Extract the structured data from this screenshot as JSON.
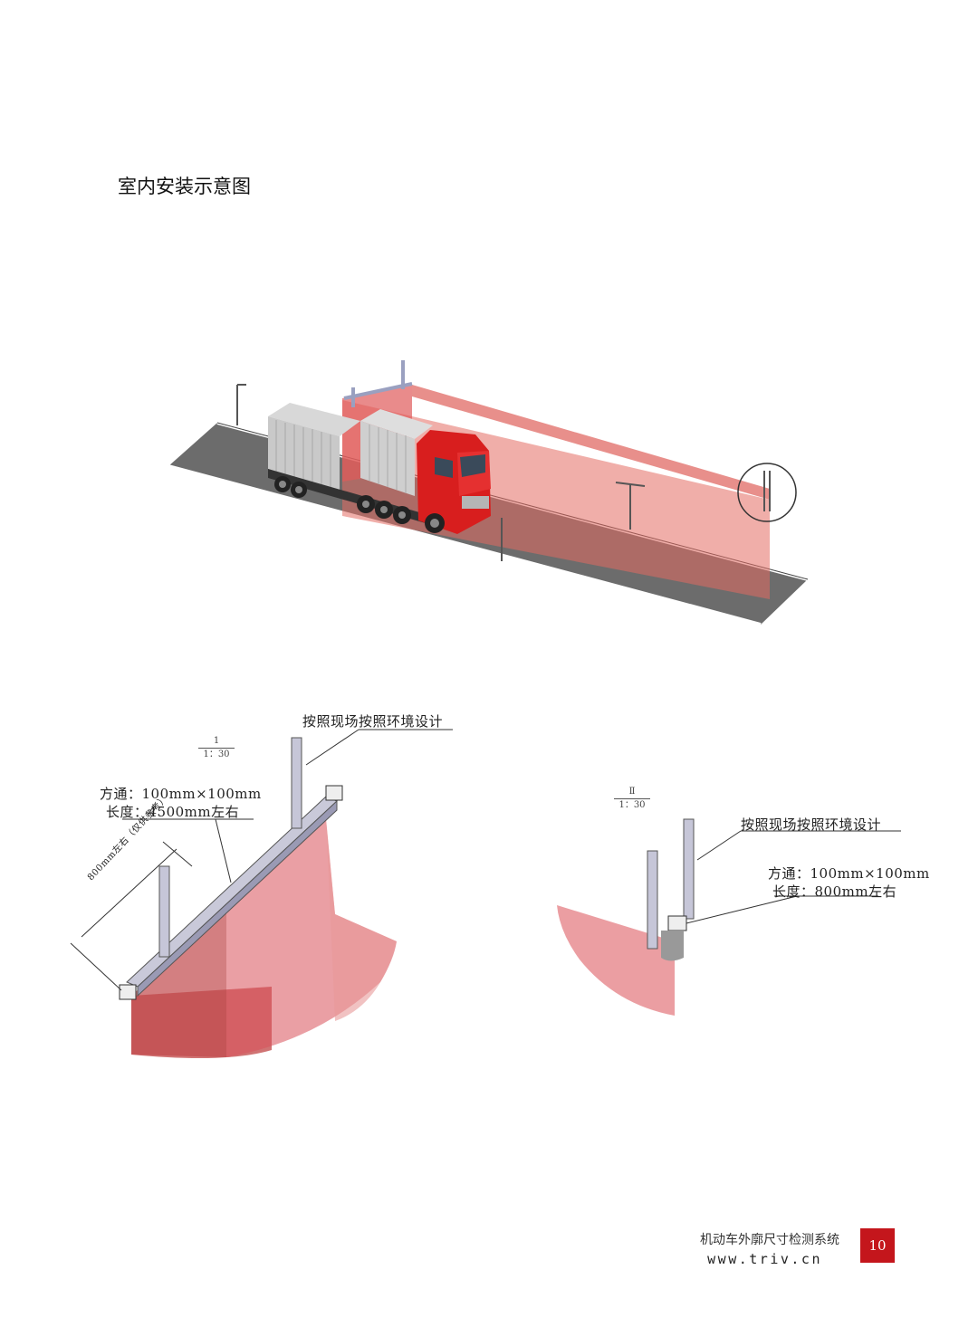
{
  "page": {
    "title": "室内安装示意图"
  },
  "left_detail": {
    "scale_num": "1",
    "scale_den": "1：30",
    "note": "按照现场按照环境设计",
    "spec_tube": "方通：100mm×100mm",
    "spec_length": "长度：4500mm左右",
    "dimension_label": "800mm左右（仅供参考）"
  },
  "right_detail": {
    "scale_num": "Ⅱ",
    "scale_den": "1：30",
    "note": "按照现场按照环境设计",
    "spec_tube": "方通：100mm×100mm",
    "spec_length": "长度：800mm左右"
  },
  "footer": {
    "product_name": "机动车外廓尺寸检测系统",
    "website": "www.triv.cn",
    "page_number": "10"
  },
  "colors": {
    "scan_red": "#e05a5a",
    "truck_red": "#d81e1e",
    "accent": "#c4161c",
    "road": "#6a6a6a"
  }
}
